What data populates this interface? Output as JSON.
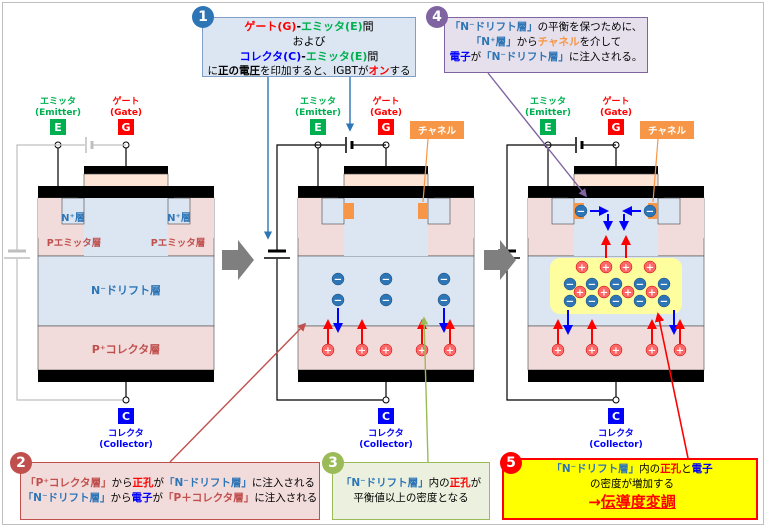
{
  "colors": {
    "emitter_green": "#00b050",
    "gate_red": "#ff0000",
    "collector_blue": "#0000ff",
    "n_layer": "#dce6f2",
    "p_layer": "#f2dcdb",
    "drift_region": "#ffff99",
    "channel_orange": "#f79646",
    "text_blue": "#2e75b6",
    "arrow_gray": "#7f7f7f",
    "highlight_red": "#ff0000",
    "callout_fill_1": "#dce6f2",
    "callout_fill_2": "#f2dcdb",
    "callout_fill_3": "#ebf1de",
    "callout_fill_4": "#e6e0ec",
    "callout_fill_5": "#ffff00"
  },
  "terminals": {
    "emitter_letter": "E",
    "emitter_name": "エミッタ",
    "emitter_en": "(Emitter)",
    "gate_letter": "G",
    "gate_name": "ゲート",
    "gate_en": "(Gate)",
    "collector_letter": "C",
    "collector_name": "コレクタ",
    "collector_en": "(Collector)"
  },
  "layers": {
    "n_plus": "N⁺層",
    "p_emitter": "Pエミッタ層",
    "n_drift": "N⁻ドリフト層",
    "p_collector": "P⁺コレクタ層"
  },
  "channel_label": "チャネル",
  "carriers": {
    "electron": "−",
    "hole": "+"
  },
  "icons": {
    "flow_arrow": "gray-right-arrow-icon",
    "battery": "battery-icon"
  },
  "callouts": {
    "c1": {
      "number": "1",
      "line1_gate": "ゲート(G)",
      "line1_sep": "-",
      "line1_emitter": "エミッタ(E)",
      "line1_tail": "間",
      "line2": "および",
      "line3_collector": "コレクタ(C)",
      "line3_sep": "-",
      "line3_emitter": "エミッタ(E)",
      "line3_tail": "間",
      "line4_a": "に",
      "line4_b": "正の電圧",
      "line4_c": "を印加すると、IGBTが",
      "line4_d": "オン",
      "line4_e": "する"
    },
    "c2": {
      "number": "2",
      "l1_a": "「P⁺コレクタ層」",
      "l1_b": "から",
      "l1_c": "正孔",
      "l1_d": "が",
      "l1_e": "「N⁻ドリフト層」",
      "l1_f": "に注入される",
      "l2_a": "「N⁻ドリフト層」",
      "l2_b": "から",
      "l2_c": "電子",
      "l2_d": "が",
      "l2_e": "「P＋コレクタ層」",
      "l2_f": "に注入される"
    },
    "c3": {
      "number": "3",
      "l1_a": "「N⁻ドリフト層」",
      "l1_b": "内の",
      "l1_c": "正孔",
      "l1_d": "が",
      "l2": "平衡値以上の密度となる"
    },
    "c4": {
      "number": "4",
      "l1_a": "「N⁻ドリフト層」",
      "l1_b": "の平衡を保つために、",
      "l2_a": "「N⁺層」",
      "l2_b": "から",
      "l2_c": "チャネル",
      "l2_d": "を介して",
      "l3_a": "電子",
      "l3_b": "が",
      "l3_c": "「N⁻ドリフト層」",
      "l3_d": "に注入される。"
    },
    "c5": {
      "number": "5",
      "l1_a": "「N⁻ドリフト層」",
      "l1_b": "内の",
      "l1_c": "正孔",
      "l1_d": "と",
      "l1_e": "電子",
      "l2": "の密度が増加する",
      "l3_arrow": "→",
      "l3_main": "伝導度変調"
    }
  }
}
